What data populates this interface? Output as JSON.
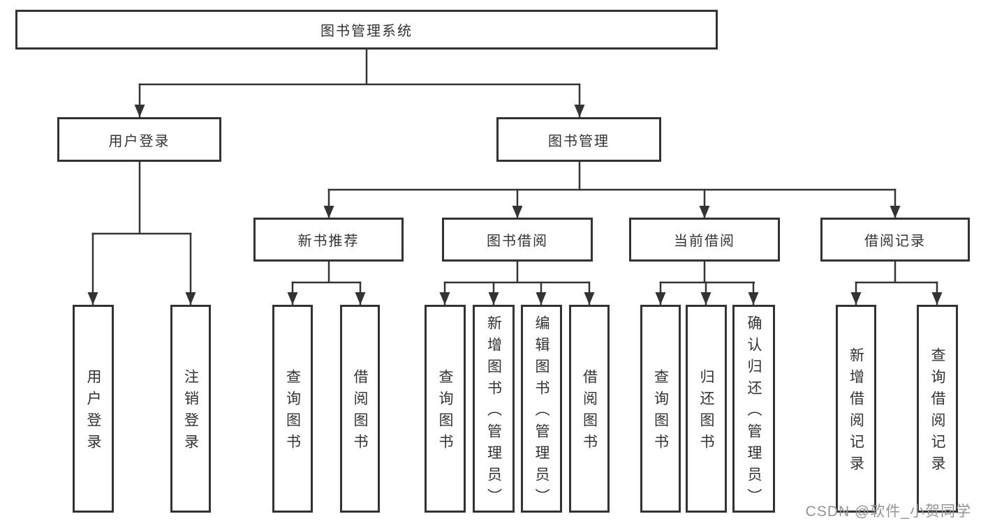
{
  "diagram": {
    "type": "hierarchy-tree",
    "root": {
      "label": "图书管理系统",
      "children": [
        {
          "label": "用户登录",
          "children": [
            {
              "label": "用户登录"
            },
            {
              "label": "注销登录"
            }
          ]
        },
        {
          "label": "图书管理",
          "children": [
            {
              "label": "新书推荐",
              "children": [
                {
                  "label": "查询图书"
                },
                {
                  "label": "借阅图书"
                }
              ]
            },
            {
              "label": "图书借阅",
              "children": [
                {
                  "label": "查询图书"
                },
                {
                  "label": "新增图书（管理员）"
                },
                {
                  "label": "编辑图书（管理员）"
                },
                {
                  "label": "借阅图书"
                }
              ]
            },
            {
              "label": "当前借阅",
              "children": [
                {
                  "label": "查询图书"
                },
                {
                  "label": "归还图书"
                },
                {
                  "label": "确认归还（管理员）"
                }
              ]
            },
            {
              "label": "借阅记录",
              "children": [
                {
                  "label": "新增借阅记录"
                },
                {
                  "label": "查询借阅记录"
                }
              ]
            }
          ]
        }
      ]
    }
  },
  "watermark": {
    "text": "CSDN @软件_小贺同学"
  },
  "colors": {
    "line": "#333333",
    "text": "#333333",
    "background": "#ffffff",
    "watermark": "#9b9191"
  }
}
